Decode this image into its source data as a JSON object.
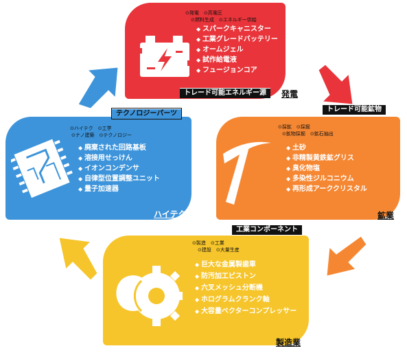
{
  "power": {
    "title": "発電",
    "banner": "トレード可能エネルギー源",
    "subs_line1": "⊙発電　⊙高電圧",
    "subs_line2": "⊙燃料生成　⊙エネルギー供給",
    "items": [
      "スパークキャニスター",
      "工業グレードバッテリー",
      "オームジェル",
      "試作給電液",
      "フュージョンコア"
    ],
    "icon": "battery-icon",
    "color": "#e8343a"
  },
  "mining": {
    "title": "鉱業",
    "banner": "トレード可能鉱物",
    "subs_line1": "⊙採鉱　⊙採掘",
    "subs_line2": "⊙鉱物採掘　⊙鉱石抽出",
    "items": [
      "土砂",
      "非精製黄鉄鉱グリス",
      "臭化物塩",
      "多染性ジルコニウム",
      "再形成アーククリスタル"
    ],
    "icon": "pickaxe-icon",
    "color": "#f58733"
  },
  "hightech": {
    "title": "ハイテク",
    "banner": "テクノロジーパーツ",
    "subs_line1": "⊙ハイテク　⊙工学",
    "subs_line2": "⊙ナノ建築　⊙テクノロジー",
    "items": [
      "廃棄された回路基板",
      "溶接用せっけん",
      "イオンコンデンサ",
      "自律型位置調整ユニット",
      "量子加速器"
    ],
    "icon": "circuit-board-icon",
    "color": "#3d94da"
  },
  "manufacturing": {
    "title": "製造業",
    "banner": "工業コンポーネント",
    "subs_line1": "⊙製造　⊙工業",
    "subs_line2": "⊙建設　⊙大量生産",
    "items": [
      "巨大な金属製歯車",
      "防汚加工ピストン",
      "六叉メッシュ分断機",
      "ホログラムクランク軸",
      "大容量ベクターコンプレッサー"
    ],
    "icon": "gears-icon",
    "color": "#f6c52b"
  },
  "arrows": {
    "red": "#e8343a",
    "orange": "#f58733",
    "yellow": "#f6c52b",
    "blue": "#3d94da"
  }
}
